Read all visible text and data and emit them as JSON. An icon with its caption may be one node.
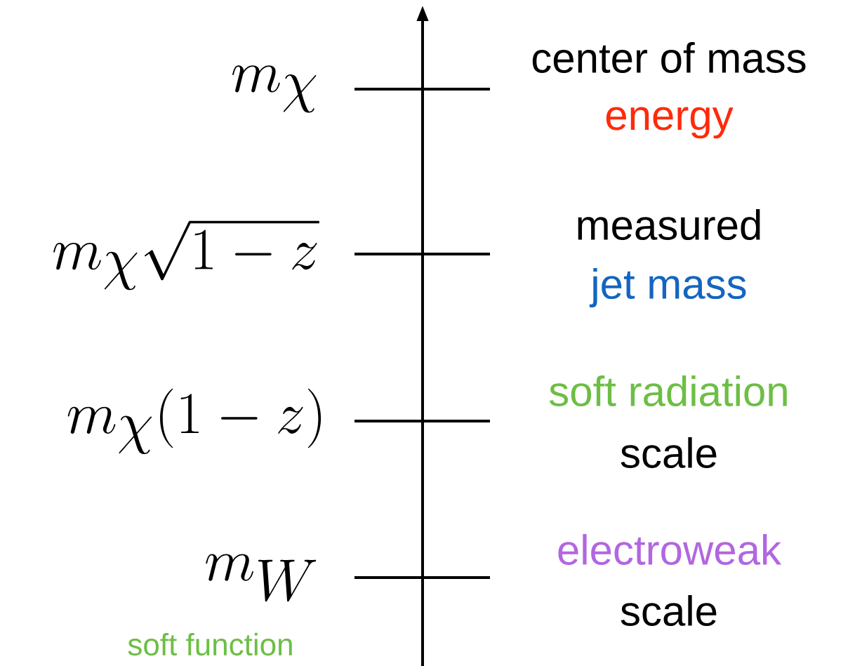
{
  "diagram": {
    "labels": [
      "m_\\chi",
      "center of mass",
      "energy",
      "m_\\chi\\sqrt{1-z}",
      "measured",
      "jet mass",
      "m_\\chi(1-z)",
      "soft radiation",
      "scale",
      "m_W",
      "electroweak",
      "scale",
      "soft function"
    ]
  }
}
